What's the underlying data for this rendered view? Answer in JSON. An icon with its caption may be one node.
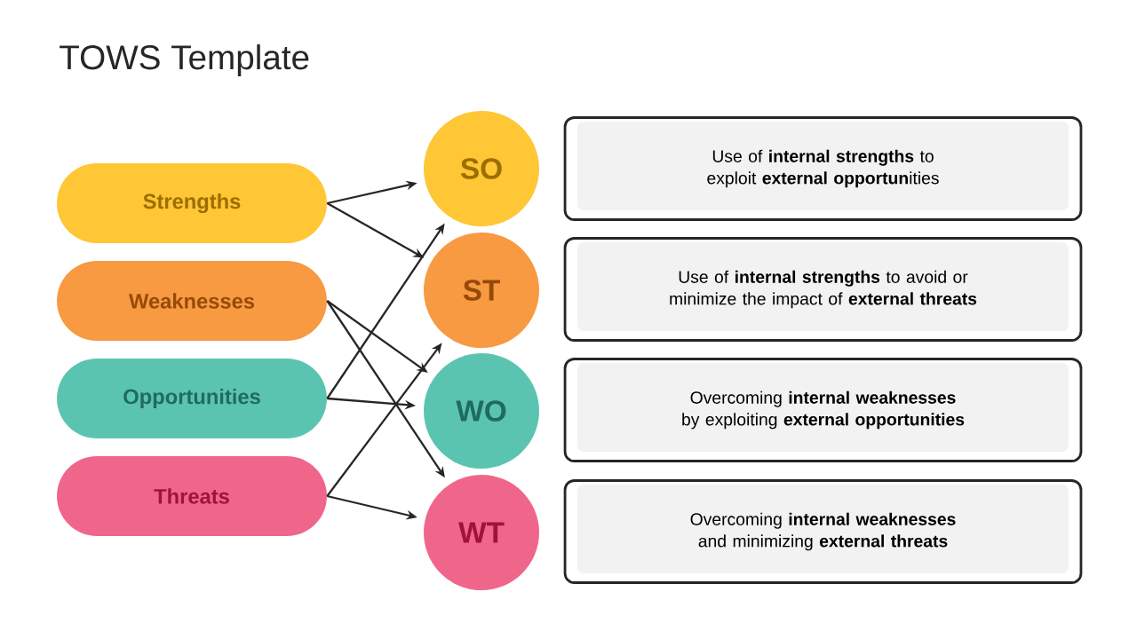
{
  "diagram": {
    "title": "TOWS Template",
    "nodes": [
      {
        "text": [
          "Strengths"
        ]
      },
      {
        "text": [
          "Weaknesses"
        ]
      },
      {
        "text": [
          "Opportunities"
        ]
      },
      {
        "text": [
          "Threats"
        ]
      },
      {
        "text": [
          "SO"
        ]
      },
      {
        "text": [
          "ST"
        ]
      },
      {
        "text": [
          "WO"
        ]
      },
      {
        "text": [
          "WT"
        ]
      },
      {
        "text": [
          "Use of **internal strengths** to exploit **external opportun**ities"
        ]
      },
      {
        "text": [
          "Use of **internal strengths** to avoid or minimize the impact of **external threats**"
        ]
      },
      {
        "text": [
          "Overcoming **internal weaknesses** by exploiting **external opportunities**"
        ]
      },
      {
        "text": [
          "Overcoming **internal weaknesses** and minimizing **external threats**"
        ]
      }
    ],
    "edges": [
      {
        "from": 0,
        "to": 4,
        "arrow": "to"
      },
      {
        "from": 0,
        "to": 5,
        "arrow": "to"
      },
      {
        "from": 1,
        "to": 6,
        "arrow": "to"
      },
      {
        "from": 1,
        "to": 7,
        "arrow": "to"
      },
      {
        "from": 2,
        "to": 4,
        "arrow": "to"
      },
      {
        "from": 2,
        "to": 6,
        "arrow": "to"
      },
      {
        "from": 3,
        "to": 5,
        "arrow": "to"
      },
      {
        "from": 3,
        "to": 7,
        "arrow": "to"
      }
    ]
  }
}
